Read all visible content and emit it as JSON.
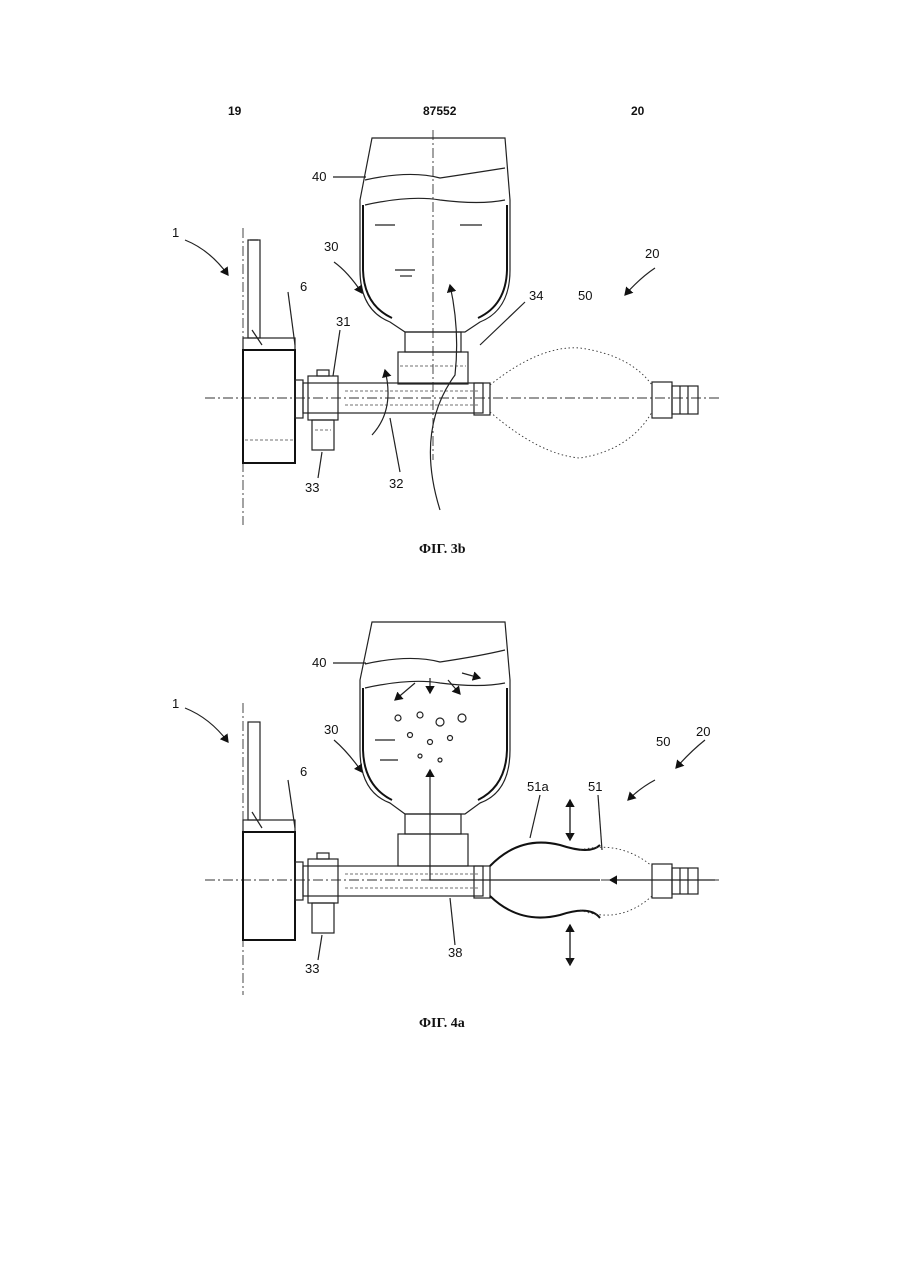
{
  "header": {
    "left": "19",
    "center": "87552",
    "right": "20"
  },
  "fig3b": {
    "caption": "ФIГ. 3b",
    "labels": {
      "l1": "1",
      "l6": "6",
      "l20": "20",
      "l30": "30",
      "l31": "31",
      "l32": "32",
      "l33": "33",
      "l34": "34",
      "l40": "40",
      "l50": "50"
    }
  },
  "fig4a": {
    "caption": "ФIГ. 4a",
    "labels": {
      "l1": "1",
      "l6": "6",
      "l20": "20",
      "l30": "30",
      "l33": "33",
      "l38": "38",
      "l40": "40",
      "l50": "50",
      "l51": "51",
      "l51a": "51a"
    }
  }
}
